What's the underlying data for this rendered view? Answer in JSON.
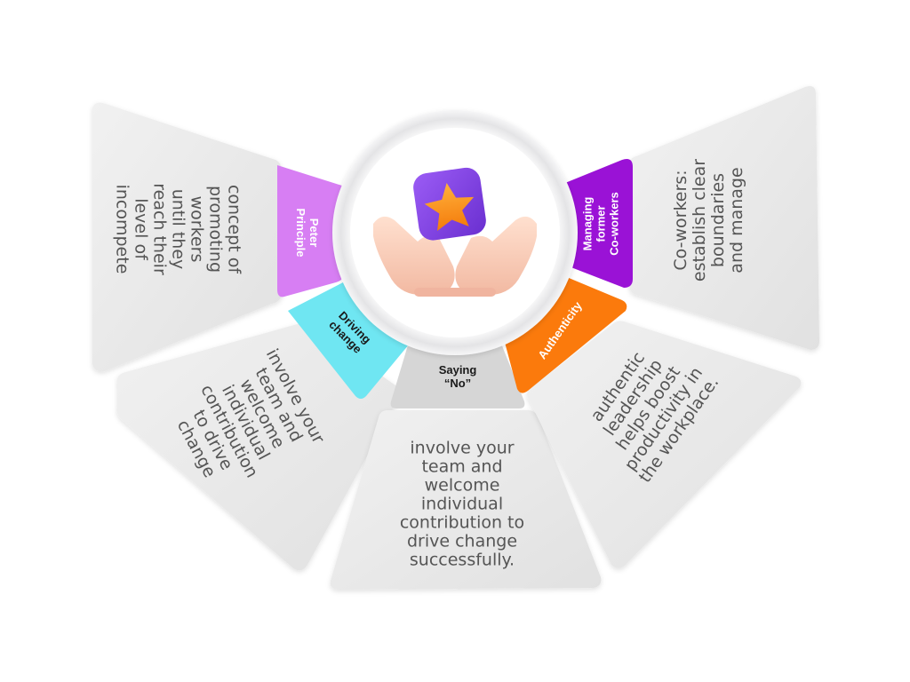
{
  "center": {
    "icon": "star-badge-icon",
    "hands": "open-hands-icon"
  },
  "segments": [
    {
      "id": "peter-principle",
      "tab_label": "Peter\nPrinciple",
      "tab_color": "#d77ef3",
      "tab_text_color": "#ffffff",
      "panel_text": "concept of\npromoting\nworkers\nuntil they\nreach their\nlevel of\nincompete"
    },
    {
      "id": "driving-change",
      "tab_label": "Driving\nchange",
      "tab_color": "#6fe6f2",
      "tab_text_color": "#1a1a1a",
      "panel_text": "involve your\nteam and\nwelcome\nindividual\ncontribution\nto drive\nchange"
    },
    {
      "id": "saying-no",
      "tab_label": "Saying\n“No”",
      "tab_color": "#d6d6d6",
      "tab_text_color": "#1a1a1a",
      "panel_text": "involve your\nteam and\nwelcome\nindividual\ncontribution to\ndrive change\nsuccessfully."
    },
    {
      "id": "authenticity",
      "tab_label": "Authenticity",
      "tab_color": "#fb7a0c",
      "tab_text_color": "#ffffff",
      "panel_text": "authentic\nleadership\nhelps boost\nproductivity in\nthe workplace."
    },
    {
      "id": "managing-former-coworkers",
      "tab_label": "Managing\nformer\nCo-workers",
      "tab_color": "#9a12d6",
      "tab_text_color": "#ffffff",
      "panel_text": "Co-workers:\nestablish clear\nboundaries\nand manage"
    }
  ]
}
